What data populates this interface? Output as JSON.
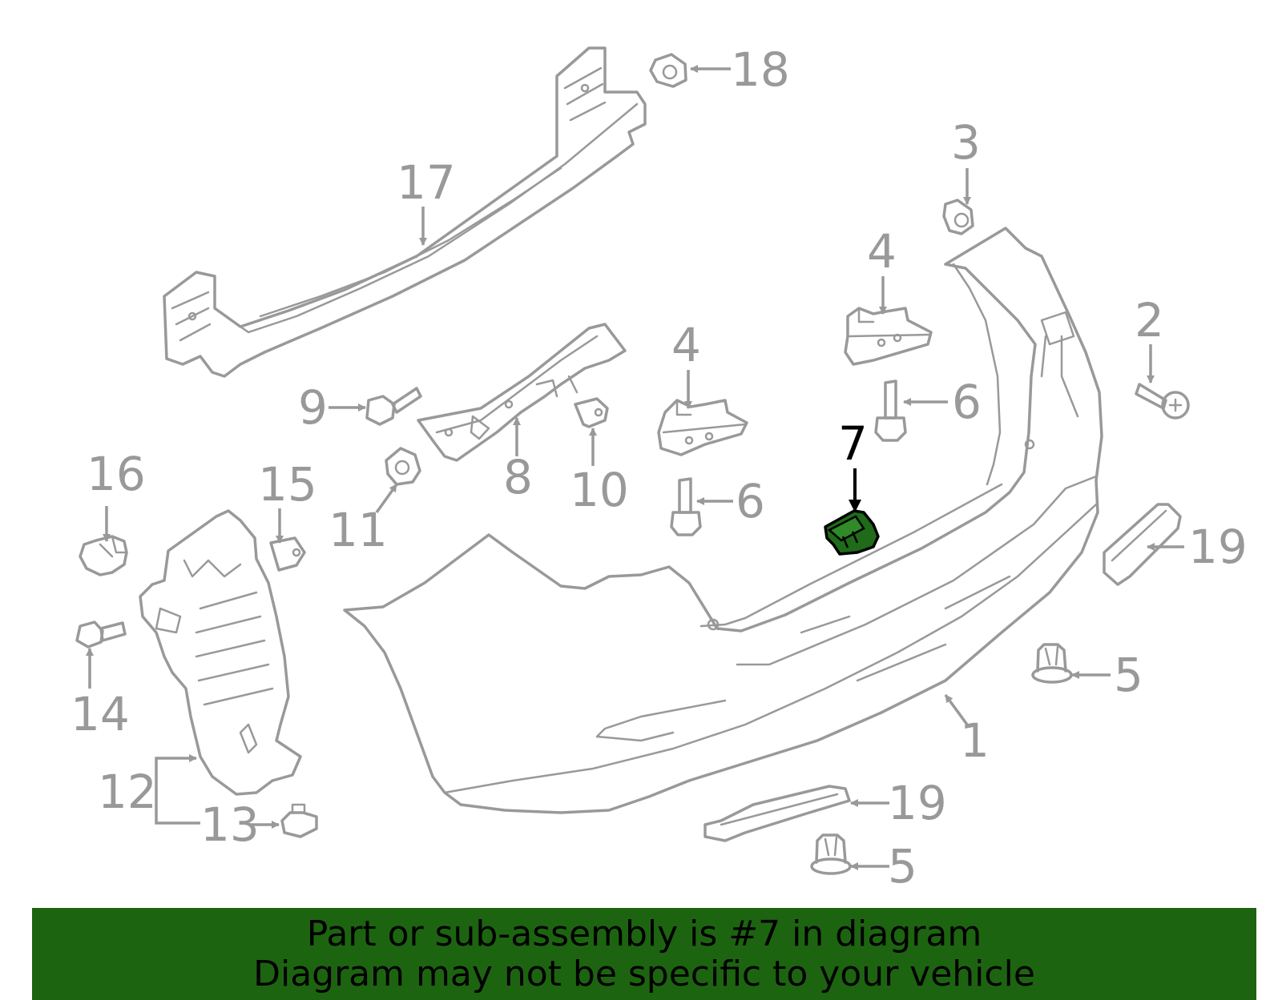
{
  "callouts": {
    "c1": "1",
    "c2": "2",
    "c3": "3",
    "c4a": "4",
    "c4b": "4",
    "c5a": "5",
    "c5b": "5",
    "c6a": "6",
    "c6b": "6",
    "c7": "7",
    "c8": "8",
    "c9": "9",
    "c10": "10",
    "c11": "11",
    "c12": "12",
    "c13": "13",
    "c14": "14",
    "c15": "15",
    "c16": "16",
    "c17": "17",
    "c18": "18",
    "c19a": "19",
    "c19b": "19"
  },
  "banner": {
    "line1": "Part or sub-assembly is #7 in diagram",
    "line2": "Diagram may not be specific to your vehicle"
  },
  "colors": {
    "line_art": "#999999",
    "highlight_fill": "#1f6b1a",
    "banner_bg": "#1d6410",
    "highlight_label": "#000000"
  }
}
